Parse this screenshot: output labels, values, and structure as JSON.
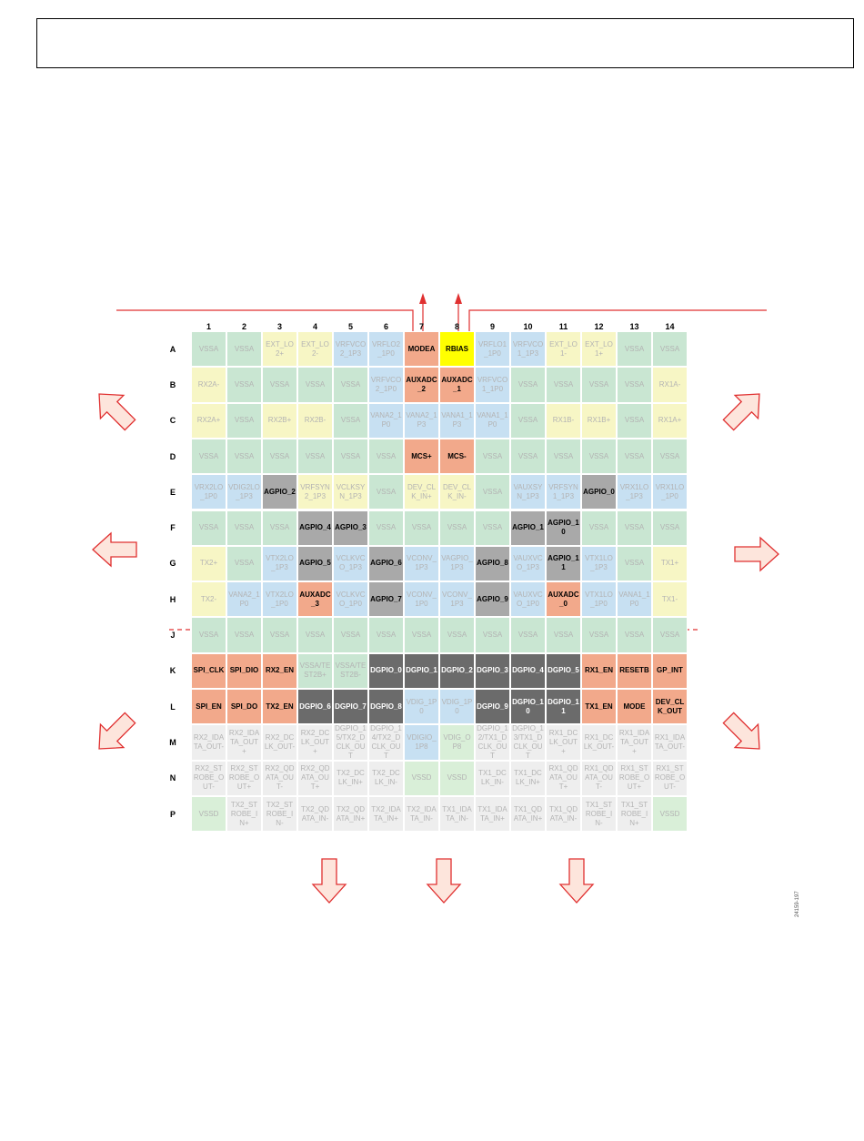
{
  "header_box": "",
  "columns": [
    "1",
    "2",
    "3",
    "4",
    "5",
    "6",
    "7",
    "8",
    "9",
    "10",
    "11",
    "12",
    "13",
    "14"
  ],
  "rows": [
    "A",
    "B",
    "C",
    "D",
    "E",
    "F",
    "G",
    "H",
    "J",
    "K",
    "L",
    "M",
    "N",
    "P"
  ],
  "colors": {
    "green": "#c9e6d2",
    "yellow": "#f7f6c5",
    "blue": "#c7e0f2",
    "salmon": "#f2a98b",
    "gray": "#a9a9a9",
    "dark": "#6b6b6b",
    "light": "#eeeeee",
    "lightgreen": "#d9efd8",
    "bright_yellow": "#ffff00",
    "arrow_red": "#e03030",
    "arrow_fill": "#fde5dc"
  },
  "cells": [
    [
      [
        "VSSA",
        "green",
        0
      ],
      [
        "VSSA",
        "green",
        0
      ],
      [
        "EXT_LO2+",
        "yellow",
        0
      ],
      [
        "EXT_LO2-",
        "yellow",
        0
      ],
      [
        "VRFVCO2_1P3",
        "blue",
        0
      ],
      [
        "VRFLO2_1P0",
        "blue",
        0
      ],
      [
        "MODEA",
        "salmon",
        1
      ],
      [
        "RBIAS",
        "bright_yellow",
        1
      ],
      [
        "VRFLO1_1P0",
        "blue",
        0
      ],
      [
        "VRFVCO1_1P3",
        "blue",
        0
      ],
      [
        "EXT_LO1-",
        "yellow",
        0
      ],
      [
        "EXT_LO1+",
        "yellow",
        0
      ],
      [
        "VSSA",
        "green",
        0
      ],
      [
        "VSSA",
        "green",
        0
      ]
    ],
    [
      [
        "RX2A-",
        "yellow",
        0
      ],
      [
        "VSSA",
        "green",
        0
      ],
      [
        "VSSA",
        "green",
        0
      ],
      [
        "VSSA",
        "green",
        0
      ],
      [
        "VSSA",
        "green",
        0
      ],
      [
        "VRFVCO2_1P0",
        "blue",
        0
      ],
      [
        "AUXADC_2",
        "salmon",
        1
      ],
      [
        "AUXADC_1",
        "salmon",
        1
      ],
      [
        "VRFVCO1_1P0",
        "blue",
        0
      ],
      [
        "VSSA",
        "green",
        0
      ],
      [
        "VSSA",
        "green",
        0
      ],
      [
        "VSSA",
        "green",
        0
      ],
      [
        "VSSA",
        "green",
        0
      ],
      [
        "RX1A-",
        "yellow",
        0
      ]
    ],
    [
      [
        "RX2A+",
        "yellow",
        0
      ],
      [
        "VSSA",
        "green",
        0
      ],
      [
        "RX2B+",
        "yellow",
        0
      ],
      [
        "RX2B-",
        "yellow",
        0
      ],
      [
        "VSSA",
        "green",
        0
      ],
      [
        "VANA2_1P0",
        "blue",
        0
      ],
      [
        "VANA2_1P3",
        "blue",
        0
      ],
      [
        "VANA1_1P3",
        "blue",
        0
      ],
      [
        "VANA1_1P0",
        "blue",
        0
      ],
      [
        "VSSA",
        "green",
        0
      ],
      [
        "RX1B-",
        "yellow",
        0
      ],
      [
        "RX1B+",
        "yellow",
        0
      ],
      [
        "VSSA",
        "green",
        0
      ],
      [
        "RX1A+",
        "yellow",
        0
      ]
    ],
    [
      [
        "VSSA",
        "green",
        0
      ],
      [
        "VSSA",
        "green",
        0
      ],
      [
        "VSSA",
        "green",
        0
      ],
      [
        "VSSA",
        "green",
        0
      ],
      [
        "VSSA",
        "green",
        0
      ],
      [
        "VSSA",
        "green",
        0
      ],
      [
        "MCS+",
        "salmon",
        1
      ],
      [
        "MCS-",
        "salmon",
        1
      ],
      [
        "VSSA",
        "green",
        0
      ],
      [
        "VSSA",
        "green",
        0
      ],
      [
        "VSSA",
        "green",
        0
      ],
      [
        "VSSA",
        "green",
        0
      ],
      [
        "VSSA",
        "green",
        0
      ],
      [
        "VSSA",
        "green",
        0
      ]
    ],
    [
      [
        "VRX2LO_1P0",
        "blue",
        0
      ],
      [
        "VDIG2LO_1P3",
        "blue",
        0
      ],
      [
        "AGPIO_2",
        "gray",
        1
      ],
      [
        "VRFSYN2_1P3",
        "yellow",
        0
      ],
      [
        "VCLKSYN_1P3",
        "yellow",
        0
      ],
      [
        "VSSA",
        "green",
        0
      ],
      [
        "DEV_CLK_IN+",
        "yellow",
        0
      ],
      [
        "DEV_CLK_IN-",
        "yellow",
        0
      ],
      [
        "VSSA",
        "green",
        0
      ],
      [
        "VAUXSYN_1P3",
        "blue",
        0
      ],
      [
        "VRFSYN1_1P3",
        "blue",
        0
      ],
      [
        "AGPIO_0",
        "gray",
        1
      ],
      [
        "VRX1LO_1P3",
        "blue",
        0
      ],
      [
        "VRX1LO_1P0",
        "blue",
        0
      ]
    ],
    [
      [
        "VSSA",
        "green",
        0
      ],
      [
        "VSSA",
        "green",
        0
      ],
      [
        "VSSA",
        "green",
        0
      ],
      [
        "AGPIO_4",
        "gray",
        1
      ],
      [
        "AGPIO_3",
        "gray",
        1
      ],
      [
        "VSSA",
        "green",
        0
      ],
      [
        "VSSA",
        "green",
        0
      ],
      [
        "VSSA",
        "green",
        0
      ],
      [
        "VSSA",
        "green",
        0
      ],
      [
        "AGPIO_1",
        "gray",
        1
      ],
      [
        "AGPIO_10",
        "gray",
        1
      ],
      [
        "VSSA",
        "green",
        0
      ],
      [
        "VSSA",
        "green",
        0
      ],
      [
        "VSSA",
        "green",
        0
      ]
    ],
    [
      [
        "TX2+",
        "yellow",
        0
      ],
      [
        "VSSA",
        "green",
        0
      ],
      [
        "VTX2LO_1P3",
        "blue",
        0
      ],
      [
        "AGPIO_5",
        "gray",
        1
      ],
      [
        "VCLKVCO_1P3",
        "blue",
        0
      ],
      [
        "AGPIO_6",
        "gray",
        1
      ],
      [
        "VCONV_1P3",
        "blue",
        0
      ],
      [
        "VAGPIO_1P3",
        "blue",
        0
      ],
      [
        "AGPIO_8",
        "gray",
        1
      ],
      [
        "VAUXVCO_1P3",
        "blue",
        0
      ],
      [
        "AGPIO_11",
        "gray",
        1
      ],
      [
        "VTX1LO_1P3",
        "blue",
        0
      ],
      [
        "VSSA",
        "green",
        0
      ],
      [
        "TX1+",
        "yellow",
        0
      ]
    ],
    [
      [
        "TX2-",
        "yellow",
        0
      ],
      [
        "VANA2_1P0",
        "blue",
        0
      ],
      [
        "VTX2LO_1P0",
        "blue",
        0
      ],
      [
        "AUXADC_3",
        "salmon",
        1
      ],
      [
        "VCLKVCO_1P0",
        "blue",
        0
      ],
      [
        "AGPIO_7",
        "gray",
        1
      ],
      [
        "VCONV_1P0",
        "blue",
        0
      ],
      [
        "VCONV_1P3",
        "blue",
        0
      ],
      [
        "AGPIO_9",
        "gray",
        1
      ],
      [
        "VAUXVCO_1P0",
        "blue",
        0
      ],
      [
        "AUXADC_0",
        "salmon",
        1
      ],
      [
        "VTX1LO_1P0",
        "blue",
        0
      ],
      [
        "VANA1_1P0",
        "blue",
        0
      ],
      [
        "TX1-",
        "yellow",
        0
      ]
    ],
    [
      [
        "VSSA",
        "green",
        0
      ],
      [
        "VSSA",
        "green",
        0
      ],
      [
        "VSSA",
        "green",
        0
      ],
      [
        "VSSA",
        "green",
        0
      ],
      [
        "VSSA",
        "green",
        0
      ],
      [
        "VSSA",
        "green",
        0
      ],
      [
        "VSSA",
        "green",
        0
      ],
      [
        "VSSA",
        "green",
        0
      ],
      [
        "VSSA",
        "green",
        0
      ],
      [
        "VSSA",
        "green",
        0
      ],
      [
        "VSSA",
        "green",
        0
      ],
      [
        "VSSA",
        "green",
        0
      ],
      [
        "VSSA",
        "green",
        0
      ],
      [
        "VSSA",
        "green",
        0
      ]
    ],
    [
      [
        "SPI_CLK",
        "salmon",
        1
      ],
      [
        "SPI_DIO",
        "salmon",
        1
      ],
      [
        "RX2_EN",
        "salmon",
        1
      ],
      [
        "VSSA/TEST2B+",
        "green",
        0
      ],
      [
        "VSSA/TEST2B-",
        "green",
        0
      ],
      [
        "DGPIO_0",
        "dark",
        2
      ],
      [
        "DGPIO_1",
        "dark",
        2
      ],
      [
        "DGPIO_2",
        "dark",
        2
      ],
      [
        "DGPIO_3",
        "dark",
        2
      ],
      [
        "DGPIO_4",
        "dark",
        2
      ],
      [
        "DGPIO_5",
        "dark",
        2
      ],
      [
        "RX1_EN",
        "salmon",
        1
      ],
      [
        "RESETB",
        "salmon",
        1
      ],
      [
        "GP_INT",
        "salmon",
        1
      ]
    ],
    [
      [
        "SPI_EN",
        "salmon",
        1
      ],
      [
        "SPI_DO",
        "salmon",
        1
      ],
      [
        "TX2_EN",
        "salmon",
        1
      ],
      [
        "DGPIO_6",
        "dark",
        1
      ],
      [
        "DGPIO_7",
        "dark",
        1
      ],
      [
        "DGPIO_8",
        "dark",
        1
      ],
      [
        "VDIG_1P0",
        "blue",
        0
      ],
      [
        "VDIG_1P0",
        "blue",
        0
      ],
      [
        "DGPIO_9",
        "dark",
        1
      ],
      [
        "DGPIO_10",
        "dark",
        1
      ],
      [
        "DGPIO_11",
        "dark",
        1
      ],
      [
        "TX1_EN",
        "salmon",
        1
      ],
      [
        "MODE",
        "salmon",
        1
      ],
      [
        "DEV_CLK_OUT",
        "salmon",
        1
      ]
    ],
    [
      [
        "RX2_IDATA_OUT-",
        "light",
        0
      ],
      [
        "RX2_IDATA_OUT+",
        "light",
        0
      ],
      [
        "RX2_DCLK_OUT-",
        "light",
        0
      ],
      [
        "RX2_DCLK_OUT+",
        "light",
        0
      ],
      [
        "DGPIO_15/TX2_DCLK_OUT",
        "light",
        0
      ],
      [
        "DGPIO_14/TX2_DCLK_OUT",
        "light",
        0
      ],
      [
        "VDIGIO_1P8",
        "blue",
        0
      ],
      [
        "VDIG_OP8",
        "lightgreen",
        0
      ],
      [
        "DGPIO_12/TX1_DCLK_OUT",
        "light",
        0
      ],
      [
        "DGPIO_13/TX1_DCLK_OUT",
        "light",
        0
      ],
      [
        "RX1_DCLK_OUT+",
        "light",
        0
      ],
      [
        "RX1_DCLK_OUT-",
        "light",
        0
      ],
      [
        "RX1_IDATA_OUT+",
        "light",
        0
      ],
      [
        "RX1_IDATA_OUT-",
        "light",
        0
      ]
    ],
    [
      [
        "RX2_STROBE_OUT-",
        "light",
        0
      ],
      [
        "RX2_STROBE_OUT+",
        "light",
        0
      ],
      [
        "RX2_QDATA_OUT-",
        "light",
        0
      ],
      [
        "RX2_QDATA_OUT+",
        "light",
        0
      ],
      [
        "TX2_DCLK_IN+",
        "light",
        0
      ],
      [
        "TX2_DCLK_IN-",
        "light",
        0
      ],
      [
        "VSSD",
        "lightgreen",
        0
      ],
      [
        "VSSD",
        "lightgreen",
        0
      ],
      [
        "TX1_DCLK_IN-",
        "light",
        0
      ],
      [
        "TX1_DCLK_IN+",
        "light",
        0
      ],
      [
        "RX1_QDATA_OUT+",
        "light",
        0
      ],
      [
        "RX1_QDATA_OUT-",
        "light",
        0
      ],
      [
        "RX1_STROBE_OUT+",
        "light",
        0
      ],
      [
        "RX1_STROBE_OUT-",
        "light",
        0
      ]
    ],
    [
      [
        "VSSD",
        "lightgreen",
        0
      ],
      [
        "TX2_STROBE_IN+",
        "light",
        0
      ],
      [
        "TX2_STROBE_IN-",
        "light",
        0
      ],
      [
        "TX2_QDATA_IN-",
        "light",
        0
      ],
      [
        "TX2_QDATA_IN+",
        "light",
        0
      ],
      [
        "TX2_IDATA_IN+",
        "light",
        0
      ],
      [
        "TX2_IDATA_IN-",
        "light",
        0
      ],
      [
        "TX1_IDATA_IN-",
        "light",
        0
      ],
      [
        "TX1_IDATA_IN+",
        "light",
        0
      ],
      [
        "TX1_QDATA_IN+",
        "light",
        0
      ],
      [
        "TX1_QDATA_IN-",
        "light",
        0
      ],
      [
        "TX1_STROBE_IN-",
        "light",
        0
      ],
      [
        "TX1_STROBE_IN+",
        "light",
        0
      ],
      [
        "VSSD",
        "lightgreen",
        0
      ]
    ]
  ],
  "figure_number": "24159-197"
}
